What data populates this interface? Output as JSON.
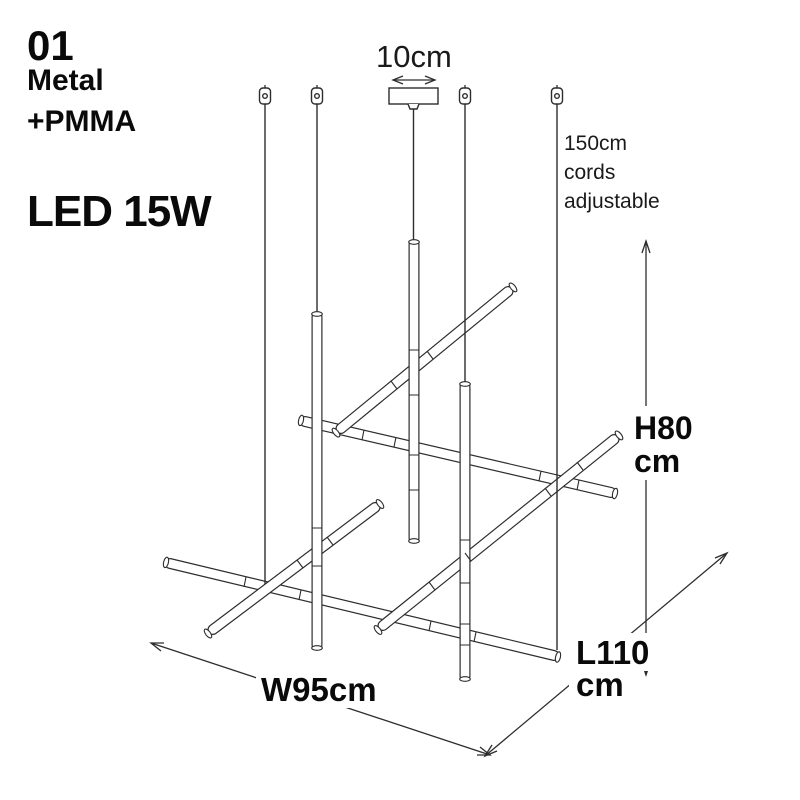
{
  "product_info": {
    "model": "01",
    "material_line1": "Metal",
    "material_line2": "+PMMA",
    "power": "LED 15W"
  },
  "dimension_labels": {
    "canopy_width": "10cm",
    "cord_note": {
      "line1": "150cm",
      "line2": "cords",
      "line3": "adjustable"
    },
    "height": {
      "value": "H80",
      "unit": "cm"
    },
    "length": {
      "value": "L110",
      "unit": "cm"
    },
    "width": {
      "value": "W95cm"
    }
  },
  "colors": {
    "line": "#2d2d2d",
    "text": "#0a0a0a",
    "background": "#ffffff"
  }
}
